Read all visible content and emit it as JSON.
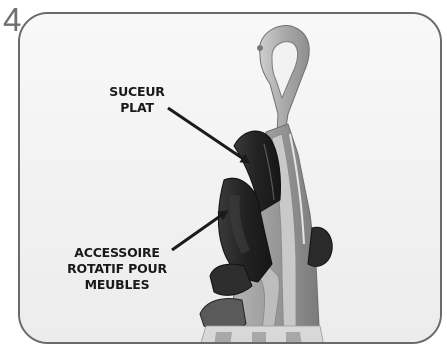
{
  "step": {
    "number": "4."
  },
  "callouts": {
    "top_label": "SUCEUR\nPLAT",
    "bottom_label": "ACCESSOIRE\nROTATIF POUR\nMEUBLES"
  },
  "colors": {
    "frame": "#6a6a6a",
    "background": "#f4f4f4",
    "text": "#1a1a1a",
    "arrow": "#1a1a1a"
  }
}
